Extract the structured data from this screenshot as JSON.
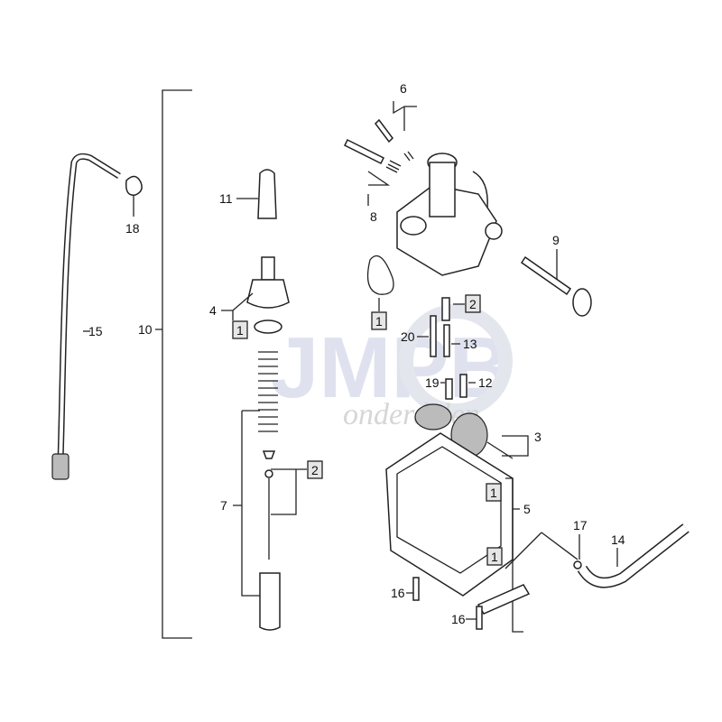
{
  "watermark": {
    "brand": "JMPB",
    "subtitle": "onderdelen"
  },
  "labels": {
    "p6": "6",
    "p8": "8",
    "p9": "9",
    "p11": "11",
    "p18": "18",
    "p15": "15",
    "p10": "10",
    "p4": "4",
    "p7": "7",
    "p20": "20",
    "p13": "13",
    "p19": "19",
    "p12": "12",
    "p3": "3",
    "p5": "5",
    "p17": "17",
    "p14": "14",
    "p16a": "16",
    "p16b": "16"
  },
  "boxed_labels": {
    "b1a": "1",
    "b2a": "2",
    "b1b": "1",
    "b2b": "2",
    "b1c": "1",
    "b1d": "1"
  }
}
